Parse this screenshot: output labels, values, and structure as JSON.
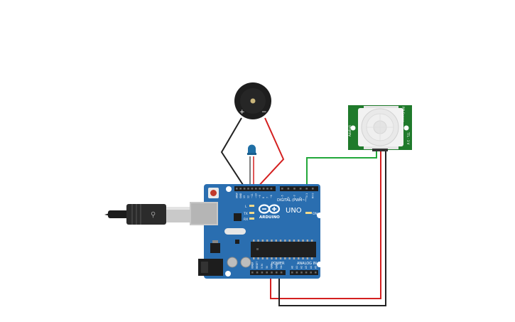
{
  "board": {
    "logo_text": "ARDUINO",
    "model_text": "UNO",
    "digital_label": "DIGITAL (PWM~)",
    "power_label": "POWER",
    "analog_label": "ANALOG IN",
    "tx_label": "TX",
    "rx_label": "RX",
    "l_label": "L",
    "on_label": "ON",
    "digital_pins": [
      "AREF",
      "GND",
      "13",
      "12",
      "~11",
      "~10",
      "~9",
      "8",
      "7",
      "~6",
      "~5",
      "4",
      "~3",
      "2",
      "TX 1",
      "RX 0"
    ],
    "power_pins": [
      "IOREF",
      "RESET",
      "3.3V",
      "5V",
      "GND",
      "GND",
      "Vin"
    ],
    "analog_pins": [
      "A0",
      "A1",
      "A2",
      "A3",
      "A4",
      "A5"
    ]
  },
  "buzzer": {
    "plus_label": "+",
    "minus_label": "−"
  },
  "pir": {
    "left_text": "Adafruit",
    "right_text_1": "PIR Sensor",
    "right_text_2": "TTL · 3 V"
  },
  "wire_colors": {
    "red": "#d42020",
    "black": "#222222",
    "green": "#22a83a"
  },
  "colors": {
    "board": "#2a6eb0",
    "pir_board": "#1f7a2b",
    "usb": "#2a2a2a"
  }
}
